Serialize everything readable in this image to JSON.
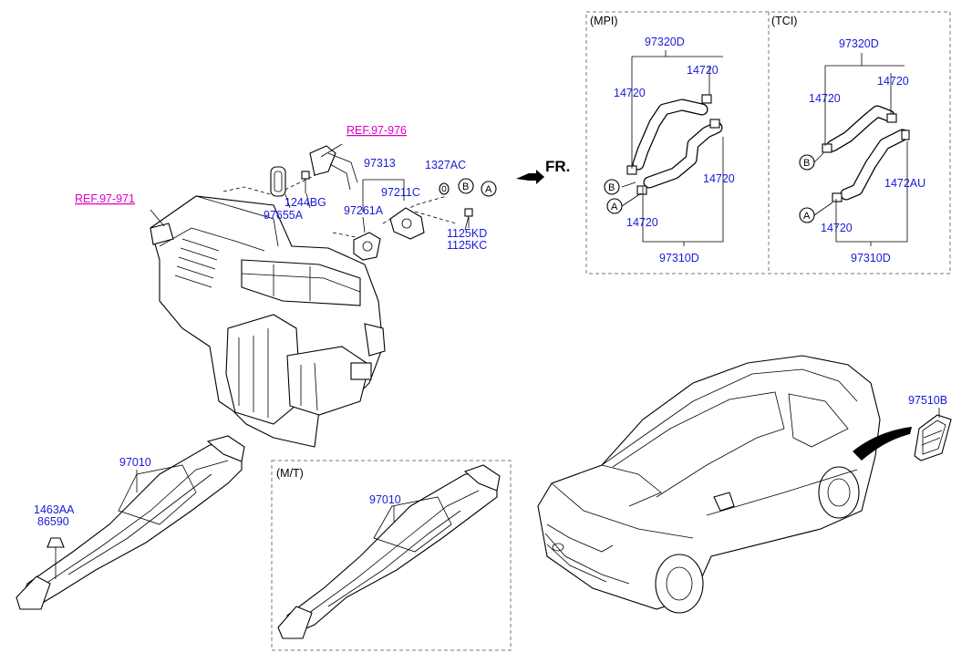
{
  "refs": {
    "ref_976": "REF.97-976",
    "ref_971": "REF.97-971"
  },
  "front_marker": {
    "label": "FR."
  },
  "boxes": {
    "mpi": "(MPI)",
    "tci": "(TCI)",
    "mt": "(M/T)"
  },
  "heater_labels": {
    "p97313": "97313",
    "p1327ac": "1327AC",
    "p97211c": "97211C",
    "p97261a": "97261A",
    "p1244bg": "1244BG",
    "p97655a": "97655A",
    "p1125kd": "1125KD",
    "p1125kc": "1125KC"
  },
  "circle_marks": {
    "a": "A",
    "b": "B"
  },
  "mpi_labels": {
    "p97320d": "97320D",
    "p14720_top_r": "14720",
    "p14720_left": "14720",
    "p14720_right": "14720",
    "p14720_bottom": "14720",
    "p97310d": "97310D"
  },
  "tci_labels": {
    "p97320d": "97320D",
    "p14720_left": "14720",
    "p14720_right": "14720",
    "p1472au": "1472AU",
    "p14720_bottom": "14720",
    "p97310d": "97310D"
  },
  "duct_labels": {
    "p97010": "97010",
    "p1463aa": "1463AA",
    "p86590": "86590",
    "mt_97010": "97010"
  },
  "car_labels": {
    "p97510b": "97510B"
  },
  "colors": {
    "part_label": "#1a1ad8",
    "reference": "#e000c8",
    "frame": "#777777"
  }
}
